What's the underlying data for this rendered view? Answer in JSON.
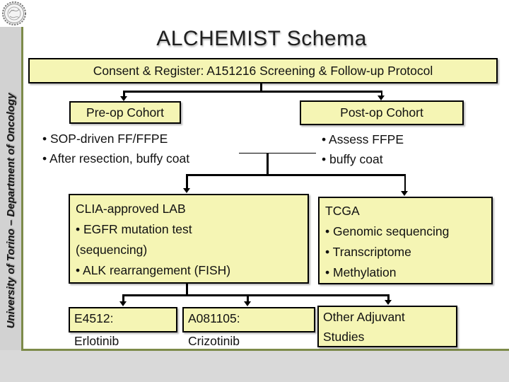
{
  "slide": {
    "title": "ALCHEMIST Schema",
    "sidebar_text": "University of Torino – Department of Oncology"
  },
  "colors": {
    "box-fill": "#f5f5b4",
    "box-border": "#000000",
    "accent-line": "#7d8b4a",
    "sidebar-gray": "#d2d2d2",
    "footer-gray": "#d9d9d9",
    "title-color": "#1f1f1f"
  },
  "diagram": {
    "consent": {
      "label": "Consent & Register: A151216 Screening & Follow-up Protocol"
    },
    "preop": {
      "title": "Pre-op Cohort",
      "bullets": [
        "• SOP-driven FF/FFPE",
        "• After resection, buffy coat"
      ]
    },
    "postop": {
      "title": "Post-op Cohort",
      "bullets": [
        "• Assess FFPE",
        "• buffy coat"
      ]
    },
    "clia": {
      "title": "CLIA-approved LAB",
      "lines": [
        "• EGFR mutation test",
        "(sequencing)",
        "• ALK rearrangement (FISH)"
      ]
    },
    "tcga": {
      "title": "TCGA",
      "lines": [
        "• Genomic sequencing",
        "• Transcriptome",
        "• Methylation"
      ]
    },
    "trials": [
      {
        "line1": "E4512:",
        "line2": "Erlotinib"
      },
      {
        "line1": "A081105:",
        "line2": "Crizotinib"
      },
      {
        "line1": "Other Adjuvant",
        "line2": "Studies"
      }
    ]
  }
}
